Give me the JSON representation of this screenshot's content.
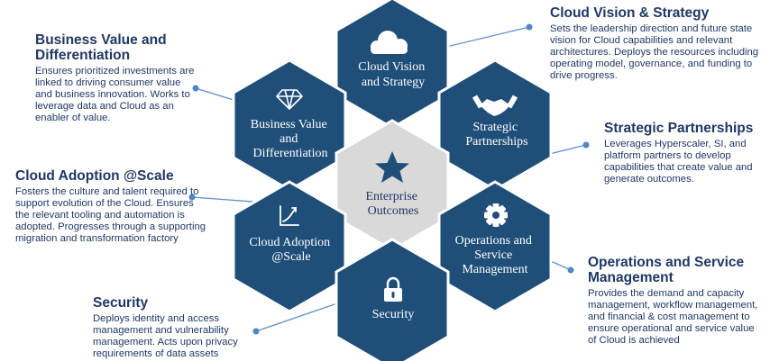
{
  "colors": {
    "hex_fill": "#1f4e79",
    "hex_center": "#d9d9d9",
    "text_dark": "#1f3864",
    "connector": "#5b8fd0"
  },
  "hexes": [
    {
      "id": "cloud-vision",
      "lines": [
        "Cloud Vision",
        "and Strategy"
      ],
      "icon": "cloud-icon"
    },
    {
      "id": "business-value",
      "lines": [
        "Business Value",
        "and",
        "Differentiation"
      ],
      "icon": "diamond-icon"
    },
    {
      "id": "strategic-partnerships",
      "lines": [
        "Strategic",
        "Partnerships"
      ],
      "icon": "handshake-icon"
    },
    {
      "id": "enterprise-outcomes",
      "lines": [
        "Enterprise",
        "Outcomes"
      ],
      "icon": "star-icon"
    },
    {
      "id": "cloud-adoption",
      "lines": [
        "Cloud Adoption",
        "@Scale"
      ],
      "icon": "growth-chart-icon"
    },
    {
      "id": "operations",
      "lines": [
        "Operations and",
        "Service",
        "Management"
      ],
      "icon": "gear-icon"
    },
    {
      "id": "security",
      "lines": [
        "Security"
      ],
      "icon": "lock-icon"
    }
  ],
  "descriptions": {
    "cloud_vision": {
      "title": "Cloud Vision & Strategy",
      "body": "Sets the leadership direction and future state vision for Cloud capabilities and relevant architectures. Deploys the resources including operating model, governance, and funding to drive progress."
    },
    "business_value": {
      "title": "Business Value and Differentiation",
      "body": "Ensures prioritized investments are linked to driving consumer value and business innovation. Works to leverage data and Cloud as an enabler of value."
    },
    "strategic_partnerships": {
      "title": "Strategic Partnerships",
      "body": "Leverages Hyperscaler, SI, and platform partners to develop capabilities that create value and generate outcomes."
    },
    "cloud_adoption": {
      "title": "Cloud Adoption @Scale",
      "body": "Fosters the culture and talent required to support evolution of the Cloud. Ensures the relevant tooling and automation is adopted. Progresses through a supporting migration and transformation factory"
    },
    "operations": {
      "title": "Operations and Service Management",
      "body": "Provides the demand and capacity management, workflow management, and financial & cost management to ensure operational and service value of Cloud is achieved"
    },
    "security": {
      "title": "Security",
      "body": "Deploys identity and access management and vulnerability management. Acts upon privacy requirements of data assets"
    }
  }
}
